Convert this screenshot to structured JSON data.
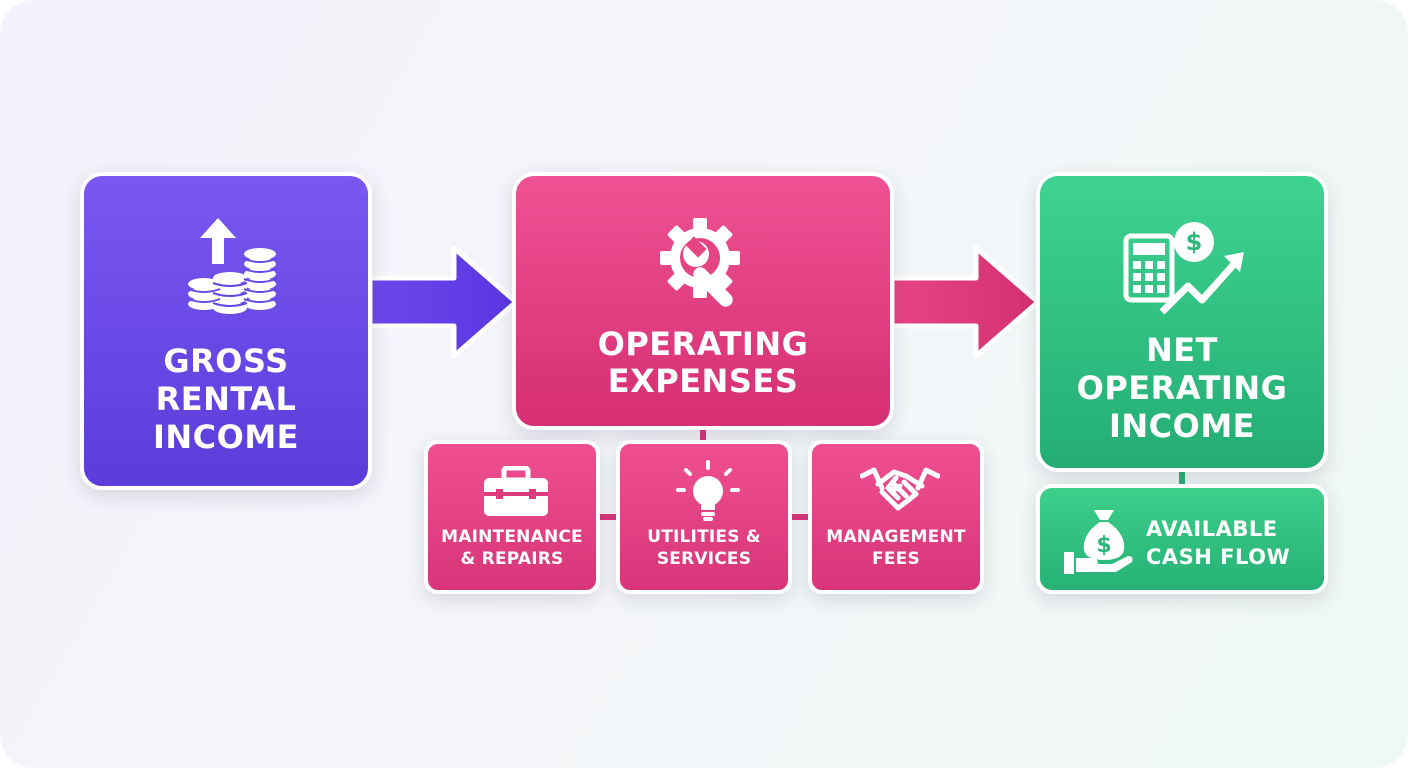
{
  "stages": {
    "gross": {
      "label": "GROSS\nRENTAL\nINCOME",
      "icon": "coins-up-icon",
      "color": "#6a4ae6"
    },
    "opex": {
      "label": "OPERATING\nEXPENSES",
      "icon": "gear-wrench-icon",
      "color": "#e5447f"
    },
    "noi": {
      "label": "NET\nOPERATING\nINCOME",
      "icon": "calculator-growth-icon",
      "color": "#30c07f"
    }
  },
  "expenses": [
    {
      "label": "MAINTENANCE\n& REPAIRS",
      "icon": "toolbox-icon"
    },
    {
      "label": "UTILITIES &\nSERVICES",
      "icon": "lightbulb-icon"
    },
    {
      "label": "MANAGEMENT\nFEES",
      "icon": "handshake-icon"
    }
  ],
  "outcome": {
    "label": "AVAILABLE\nCASH FLOW",
    "icon": "money-bag-hand-icon"
  }
}
